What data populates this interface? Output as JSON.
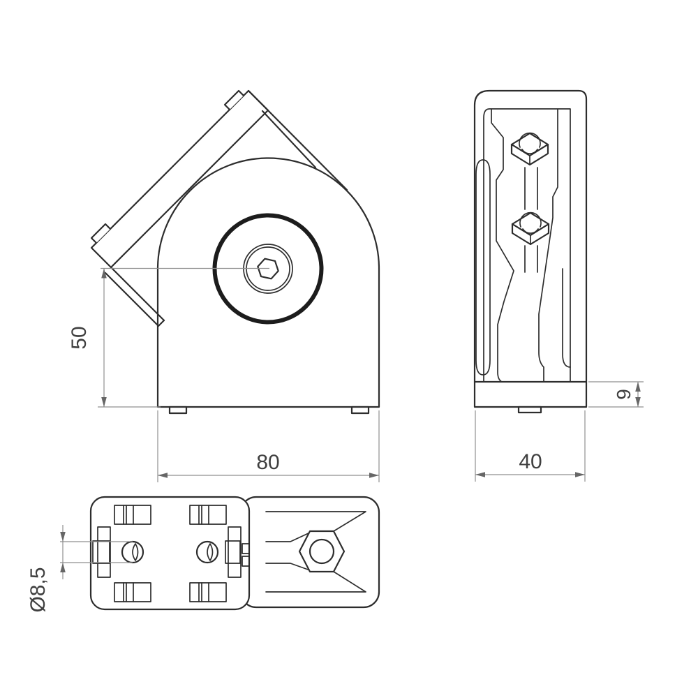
{
  "colors": {
    "background": "#ffffff",
    "object_line": "#2d2d2d",
    "dimension_line": "#8f8f8f",
    "arrow": "#666666",
    "text": "#3f3f3f"
  },
  "dims": {
    "front_height": "50",
    "front_width": "80",
    "side_width": "40",
    "base_thickness": "9",
    "hole_diameter": "Ø8,5"
  }
}
